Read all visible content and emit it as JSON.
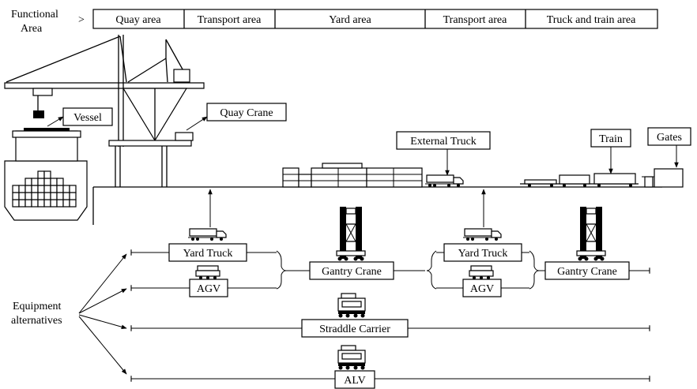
{
  "header": {
    "title_line1": "Functional",
    "title_line2": "Area",
    "arrow": ">",
    "areas": [
      "Quay area",
      "Transport area",
      "Yard area",
      "Transport area",
      "Truck and train area"
    ]
  },
  "callouts": {
    "vessel": "Vessel",
    "quay_crane": "Quay Crane",
    "external_truck": "External Truck",
    "train": "Train",
    "gates": "Gates"
  },
  "equipment": {
    "title_line1": "Equipment",
    "title_line2": "alternatives",
    "yard_truck_left": "Yard Truck",
    "agv_left": "AGV",
    "gantry_crane_left": "Gantry Crane",
    "yard_truck_right": "Yard Truck",
    "agv_right": "AGV",
    "gantry_crane_right": "Gantry Crane",
    "straddle_carrier": "Straddle Carrier",
    "alv": "ALV"
  },
  "icons": [
    "vessel-icon",
    "quay-crane-icon",
    "container-stack-icon",
    "truck-icon",
    "train-icon",
    "gate-icon",
    "gantry-crane-icon",
    "agv-icon",
    "straddle-carrier-icon",
    "alv-icon"
  ]
}
